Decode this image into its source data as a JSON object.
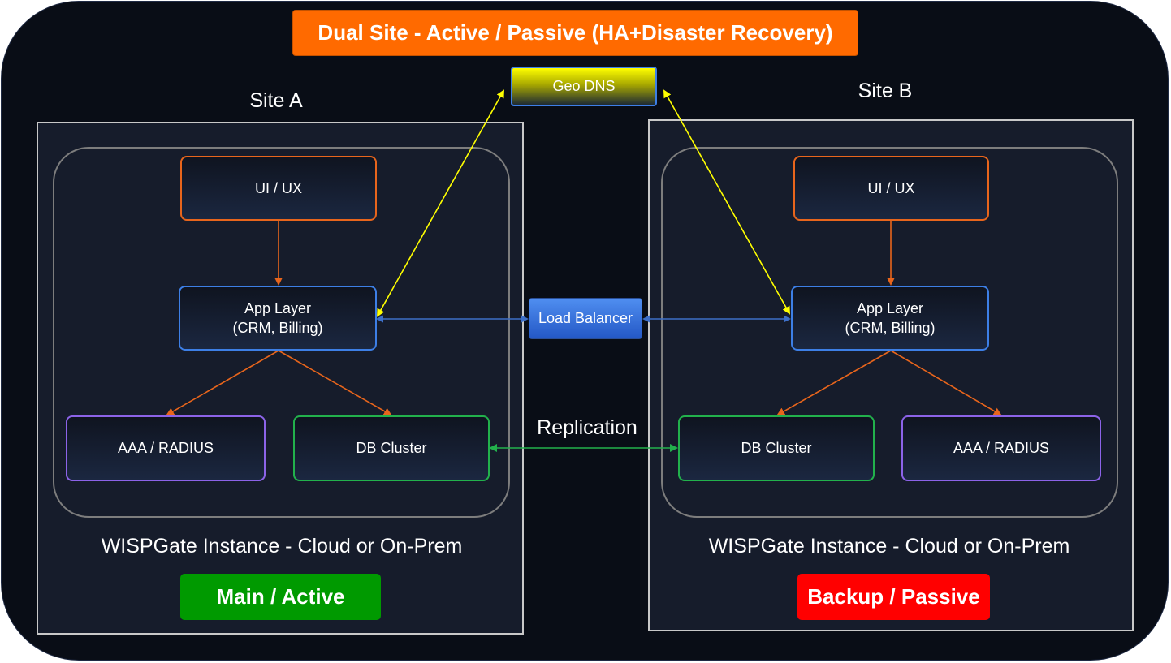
{
  "title": "Dual Site - Active / Passive (HA+Disaster Recovery)",
  "geo_dns": "Geo DNS",
  "load_balancer": "Load Balancer",
  "replication": "Replication",
  "colors": {
    "title_bg": "#ff6a00",
    "active_badge": "#009a00",
    "passive_badge": "#ff0000",
    "dns_link": "#ffff00",
    "lb_link": "#3d6fc8",
    "replication_link": "#22b14c",
    "flow_link": "#e8651c"
  },
  "site_a": {
    "label": "Site A",
    "ui": "UI / UX",
    "app": "App Layer\n(CRM, Billing)",
    "aaa": "AAA / RADIUS",
    "db": "DB Cluster",
    "instance": "WISPGate Instance - Cloud or On-Prem",
    "status": "Main / Active"
  },
  "site_b": {
    "label": "Site B",
    "ui": "UI / UX",
    "app": "App Layer\n(CRM, Billing)",
    "aaa": "AAA / RADIUS",
    "db": "DB Cluster",
    "instance": "WISPGate Instance - Cloud or On-Prem",
    "status": "Backup / Passive"
  }
}
